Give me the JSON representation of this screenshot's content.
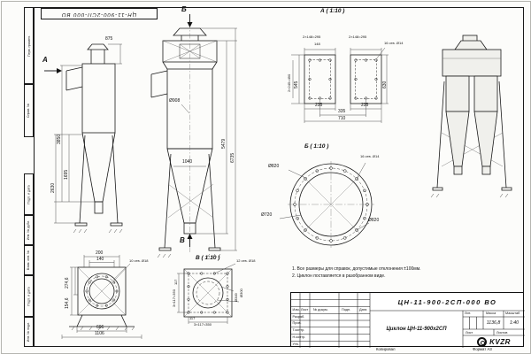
{
  "sheet": {
    "designation_stamp": "ЦН-11-900-2СП-000 ВО",
    "copy_label": "Копировал",
    "format_label": "Формат А3"
  },
  "margin": {
    "s1": "Перв. примен.",
    "s2": "Справ. №",
    "s3": "Подп. и дата",
    "s4": "Инв. № дубл.",
    "s5": "Взам. инв. №",
    "s6": "Подп. и дата",
    "s7": "Инв. № подл."
  },
  "notes": {
    "line1": "1. Все размеры для справок, допустимые отклонения ±100мм.",
    "line2": "2. Циклон поставляется в разобранном виде."
  },
  "views": {
    "side": {
      "marker": "А",
      "d875": "875",
      "d3850": "3850",
      "d1695": "1695",
      "d2630": "2630"
    },
    "front": {
      "marker_top": "Б",
      "marker_bottom": "В",
      "dia908": "Ø908",
      "d1040": "1040",
      "d5479": "5479",
      "d6735": "6735"
    },
    "a": {
      "title": "А ( 1:10 )",
      "d295_left": "2×148=295",
      "d295_right": "2×148=295",
      "holes": "16 отв. Ø14",
      "d148": "148",
      "d545": "545",
      "d490": "2×245=490",
      "d630": "630",
      "d235_left": "235",
      "d235_right": "235",
      "d335": "335",
      "d710": "710"
    },
    "b": {
      "title": "Б ( 1:10 )",
      "holes": "16 отв. Ø14",
      "dia820_top": "Ø820",
      "dia720": "Ø720",
      "dia820_bottom": "Ø820"
    },
    "v": {
      "title": "В ( 1:10 )",
      "holes": "12 отв. Ø18",
      "d117_left": "117",
      "d350_left": "3×117=350",
      "d117_bottom": "117",
      "d350_bottom": "3×117=350",
      "dia_outer": "Ø349",
      "dia_inner": "Ø300"
    },
    "base": {
      "d200": "200",
      "d140": "140",
      "holes": "10 отв. Ø18",
      "d274": "274,6",
      "d154": "154,6",
      "d606": "606",
      "d1106": "1106"
    }
  },
  "title_block": {
    "designation": "ЦН-11-900-2СП-000 ВО",
    "name": "Циклон ЦН-11-900х2СП",
    "lit_label": "Лит.",
    "mass_label": "Масса",
    "scale_label": "Масштаб",
    "mass_value": "1136,8",
    "scale_value": "1:40",
    "sheet_label": "Лист",
    "sheets_label": "Листов",
    "col_izm": "Изм.",
    "col_list": "Лист",
    "col_doc": "№ докум.",
    "col_sign": "Подп.",
    "col_date": "Дата",
    "row_razrab": "Разраб.",
    "row_prov": "Пров.",
    "row_tkontr": "Т.контр.",
    "row_nkontr": "Н.контр.",
    "row_utv": "Утв.",
    "company": "KVZR"
  }
}
